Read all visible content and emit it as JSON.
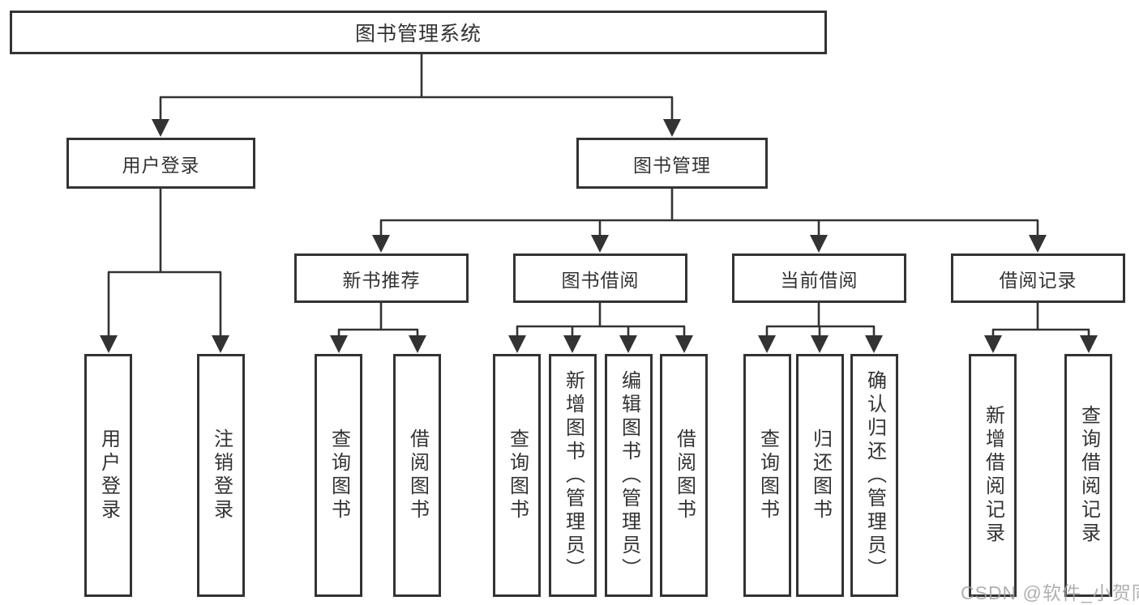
{
  "diagram": {
    "root": "图书管理系统",
    "user_login": {
      "label": "用户登录",
      "children": [
        "用户登录",
        "注销登录"
      ]
    },
    "book_management": {
      "label": "图书管理",
      "children": [
        {
          "label": "新书推荐",
          "children": [
            "查询图书",
            "借阅图书"
          ]
        },
        {
          "label": "图书借阅",
          "children": [
            "查询图书",
            "新增图书（管理员）",
            "编辑图书（管理员）",
            "借阅图书"
          ]
        },
        {
          "label": "当前借阅",
          "children": [
            "查询图书",
            "归还图书",
            "确认归还（管理员）"
          ]
        },
        {
          "label": "借阅记录",
          "children": [
            "新增借阅记录",
            "查询借阅记录"
          ]
        }
      ]
    },
    "watermark": "CSDN @软件_小贺同学",
    "colors": {
      "line": "#333333",
      "text": "#333333",
      "box_background": "#ffffff",
      "watermark": "#a2a2a2"
    }
  }
}
